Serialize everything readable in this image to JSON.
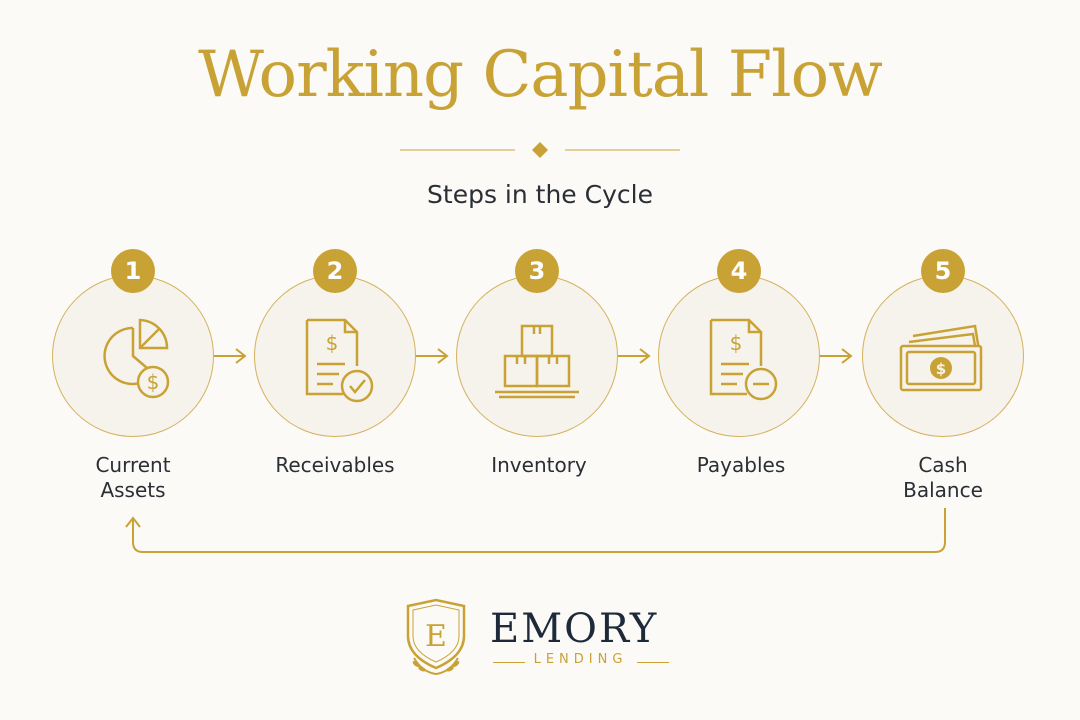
{
  "title": "Working Capital Flow",
  "subtitle": "Steps in the Cycle",
  "steps": [
    {
      "number": "1",
      "label": "Current Assets",
      "icon": "pie-chart-dollar-icon"
    },
    {
      "number": "2",
      "label": "Receivables",
      "icon": "invoice-check-icon"
    },
    {
      "number": "3",
      "label": "Inventory",
      "icon": "stacked-boxes-icon"
    },
    {
      "number": "4",
      "label": "Payables",
      "icon": "invoice-minus-icon"
    },
    {
      "number": "5",
      "label": "Cash Balance",
      "icon": "cash-bills-icon"
    }
  ],
  "brand": {
    "name": "EMORY",
    "sub": "LENDING",
    "monogram": "E"
  },
  "colors": {
    "gold": "#c9a236",
    "navy": "#1e2a3a",
    "text": "#2a2f36",
    "background": "#fbfaf7"
  }
}
